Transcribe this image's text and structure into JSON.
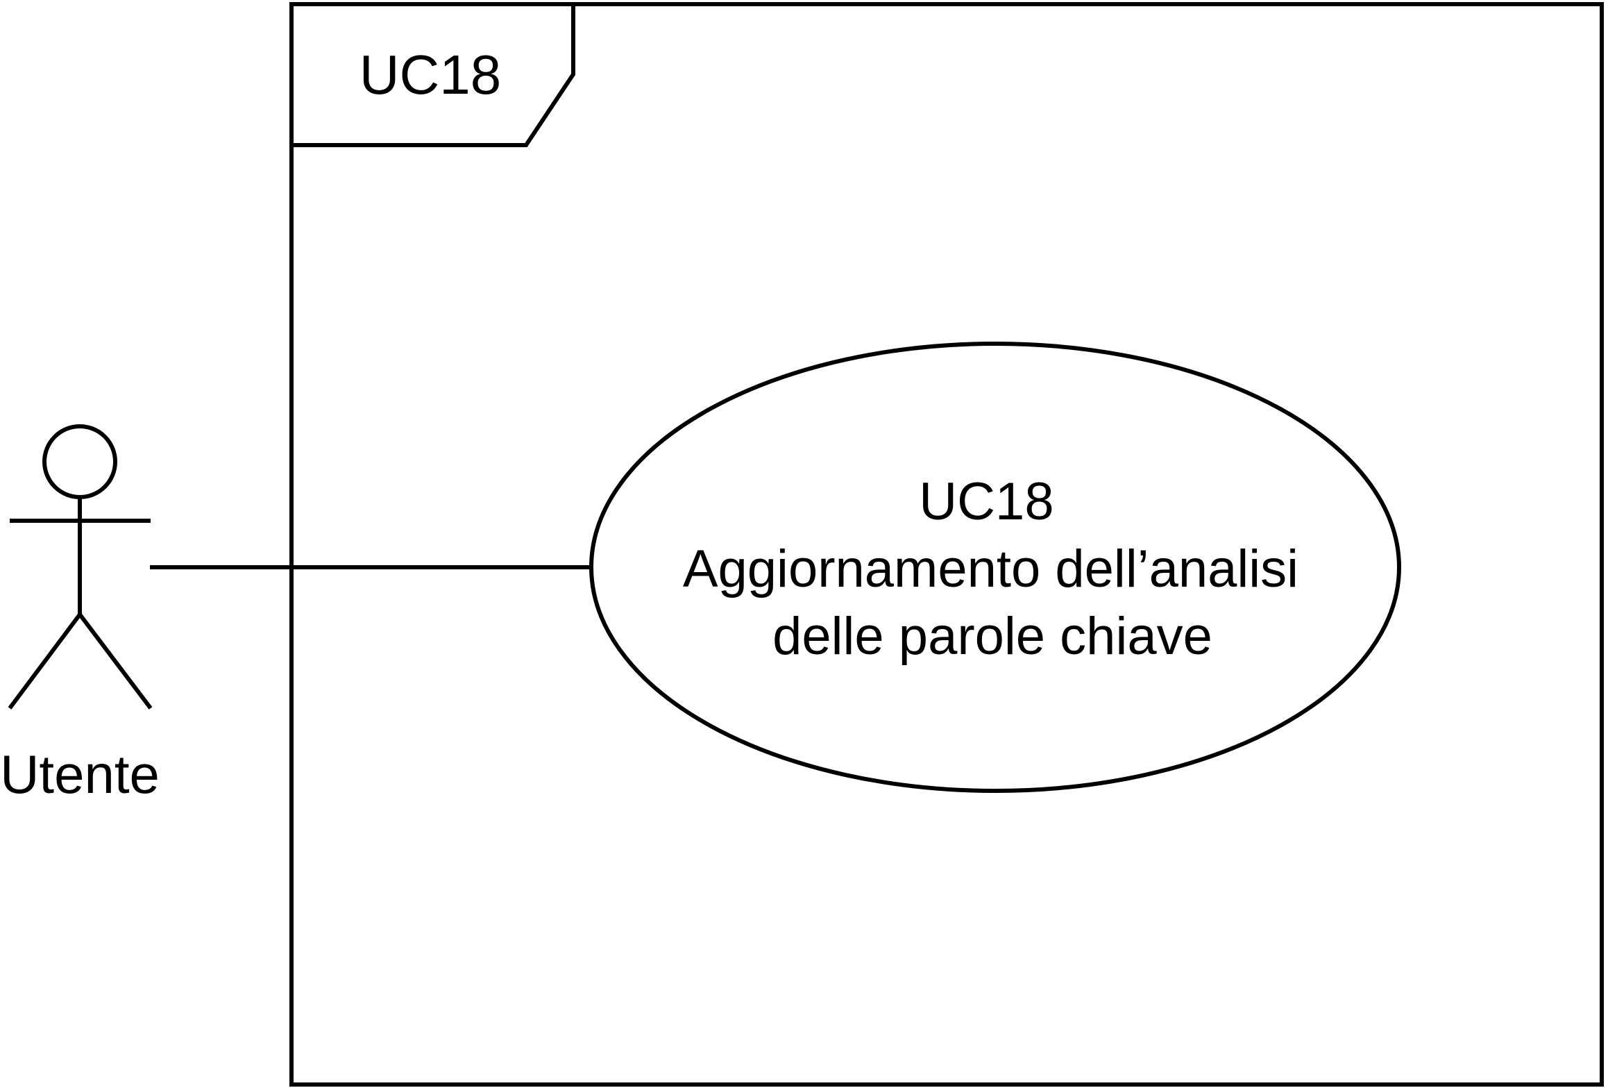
{
  "frame": {
    "label": "UC18"
  },
  "actor": {
    "name": "Utente"
  },
  "use_case": {
    "lines": [
      "UC18",
      "Aggiornamento dell’analisi",
      "delle parole chiave"
    ]
  },
  "colors": {
    "stroke": "#000000",
    "background": "#ffffff"
  }
}
